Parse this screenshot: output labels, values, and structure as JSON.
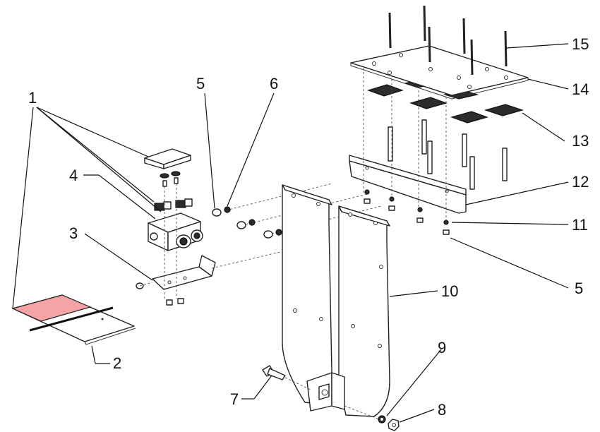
{
  "callouts": [
    {
      "id": "c1",
      "label": "1"
    },
    {
      "id": "c2",
      "label": "2"
    },
    {
      "id": "c3",
      "label": "3"
    },
    {
      "id": "c4",
      "label": "4"
    },
    {
      "id": "c5a",
      "label": "5"
    },
    {
      "id": "c6",
      "label": "6"
    },
    {
      "id": "c5b",
      "label": "5"
    },
    {
      "id": "c7",
      "label": "7"
    },
    {
      "id": "c8",
      "label": "8"
    },
    {
      "id": "c9",
      "label": "9"
    },
    {
      "id": "c10",
      "label": "10"
    },
    {
      "id": "c11",
      "label": "11"
    },
    {
      "id": "c12",
      "label": "12"
    },
    {
      "id": "c13",
      "label": "13"
    },
    {
      "id": "c14",
      "label": "14"
    },
    {
      "id": "c15",
      "label": "15"
    }
  ],
  "colors": {
    "label_highlight": "#f4a3a6",
    "line": "#222222",
    "dark_part": "#2b2b2b"
  }
}
